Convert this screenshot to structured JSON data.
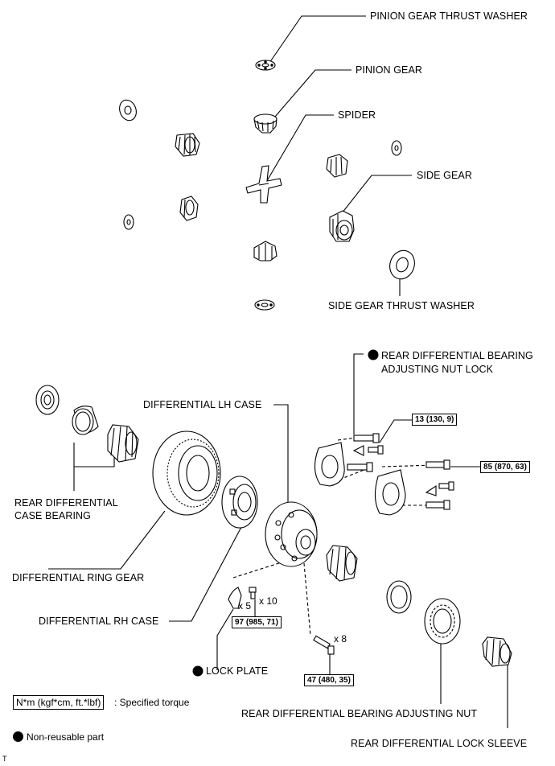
{
  "labels": {
    "pinion_gear_thrust_washer": "PINION GEAR THRUST WASHER",
    "pinion_gear": "PINION GEAR",
    "spider": "SPIDER",
    "side_gear": "SIDE GEAR",
    "side_gear_thrust_washer": "SIDE GEAR THRUST WASHER",
    "rear_diff_bearing_adj_nut_lock_l1": "REAR DIFFERENTIAL BEARING",
    "rear_diff_bearing_adj_nut_lock_l2": "ADJUSTING NUT LOCK",
    "differential_lh_case": "DIFFERENTIAL LH CASE",
    "rear_diff_case_bearing_l1": "REAR DIFFERENTIAL",
    "rear_diff_case_bearing_l2": "CASE BEARING",
    "differential_ring_gear": "DIFFERENTIAL RING GEAR",
    "differential_rh_case": "DIFFERENTIAL RH CASE",
    "lock_plate": "LOCK PLATE",
    "rear_diff_bearing_adjusting_nut": "REAR DIFFERENTIAL BEARING ADJUSTING NUT",
    "rear_diff_lock_sleeve": "REAR DIFFERENTIAL LOCK SLEEVE"
  },
  "torques": {
    "t13": "13 (130, 9)",
    "t85": "85 (870, 63)",
    "t97": "97 (985, 71)",
    "t47": "47 (480, 35)"
  },
  "quantities": {
    "q5": "x 5",
    "q10": "x 10",
    "q8": "x 8"
  },
  "legend": {
    "torque_box": "N*m (kgf*cm, ft.*lbf)",
    "torque_text": ": Specified torque",
    "non_reusable": "Non-reusable part"
  },
  "corner_mark": "T"
}
